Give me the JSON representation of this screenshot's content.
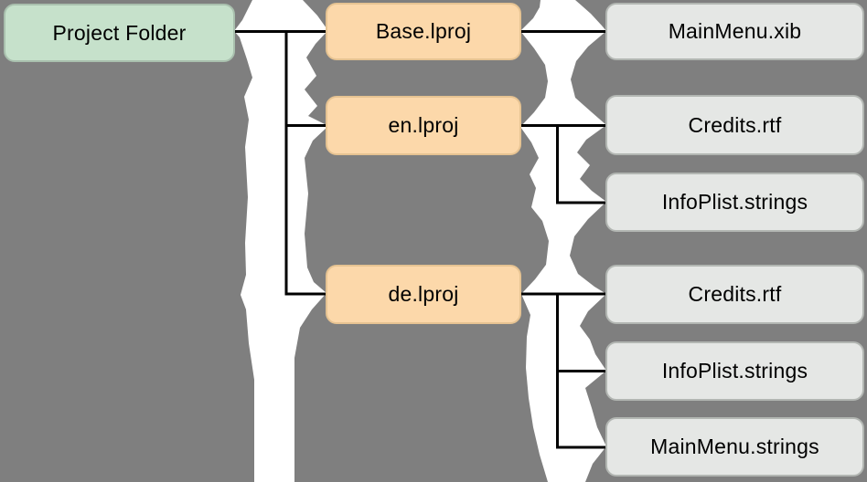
{
  "colors": {
    "background": "#7f7f7f",
    "tear": "#ffffff",
    "connector": "#000000",
    "root_fill": "#c6e1cb",
    "root_border": "#a9c0ae",
    "folder_fill": "#fcd8aa",
    "folder_border": "#e6c392",
    "file_fill": "#e5e7e5",
    "file_border": "#b2b6b2",
    "text": "#000000"
  },
  "nodes": {
    "project_folder": "Project Folder",
    "base_lproj": "Base.lproj",
    "en_lproj": "en.lproj",
    "de_lproj": "de.lproj",
    "base_file_1": "MainMenu.xib",
    "en_file_1": "Credits.rtf",
    "en_file_2": "InfoPlist.strings",
    "de_file_1": "Credits.rtf",
    "de_file_2": "InfoPlist.strings",
    "de_file_3": "MainMenu.strings"
  },
  "hierarchy": {
    "root": "Project Folder",
    "children": [
      {
        "folder": "Base.lproj",
        "files": [
          "MainMenu.xib"
        ]
      },
      {
        "folder": "en.lproj",
        "files": [
          "Credits.rtf",
          "InfoPlist.strings"
        ]
      },
      {
        "folder": "de.lproj",
        "files": [
          "Credits.rtf",
          "InfoPlist.strings",
          "MainMenu.strings"
        ]
      }
    ]
  }
}
